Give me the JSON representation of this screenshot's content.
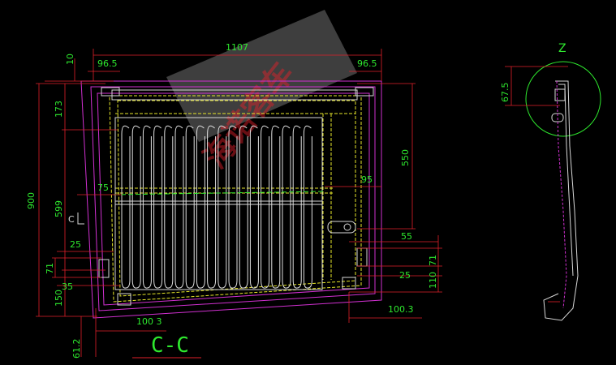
{
  "drawing": {
    "section_label": "C-C",
    "detail_label": "Z",
    "section_marker": "C",
    "watermark": "海诺客车",
    "colors": {
      "background": "#000000",
      "dimension": "#2ee82e",
      "dimension_line": "#e0202a",
      "outline_magenta": "#d030d0",
      "hidden_line": "#e6e62a",
      "body_line": "#d8d8d8",
      "detail_circle": "#2ee82e"
    }
  },
  "dimensions": {
    "overall_width": "1107",
    "top_offset": "10",
    "left_inset": "96.5",
    "right_inset": "96.5",
    "overall_height": "900",
    "upper_height": "173",
    "middle_height": "599",
    "lower_height": "150",
    "right_height": "550",
    "rail_offset": "75",
    "right_gap": "95",
    "lower_left_25": "25",
    "lower_left_71": "71",
    "lower_left_35": "35",
    "right_55": "55",
    "right_71": "71",
    "right_25": "25",
    "right_110": "110",
    "bottom_right_span": "100.3",
    "bottom_left_span": "100 3",
    "bottom_offset": "61.2",
    "detail_height": "67.5"
  }
}
